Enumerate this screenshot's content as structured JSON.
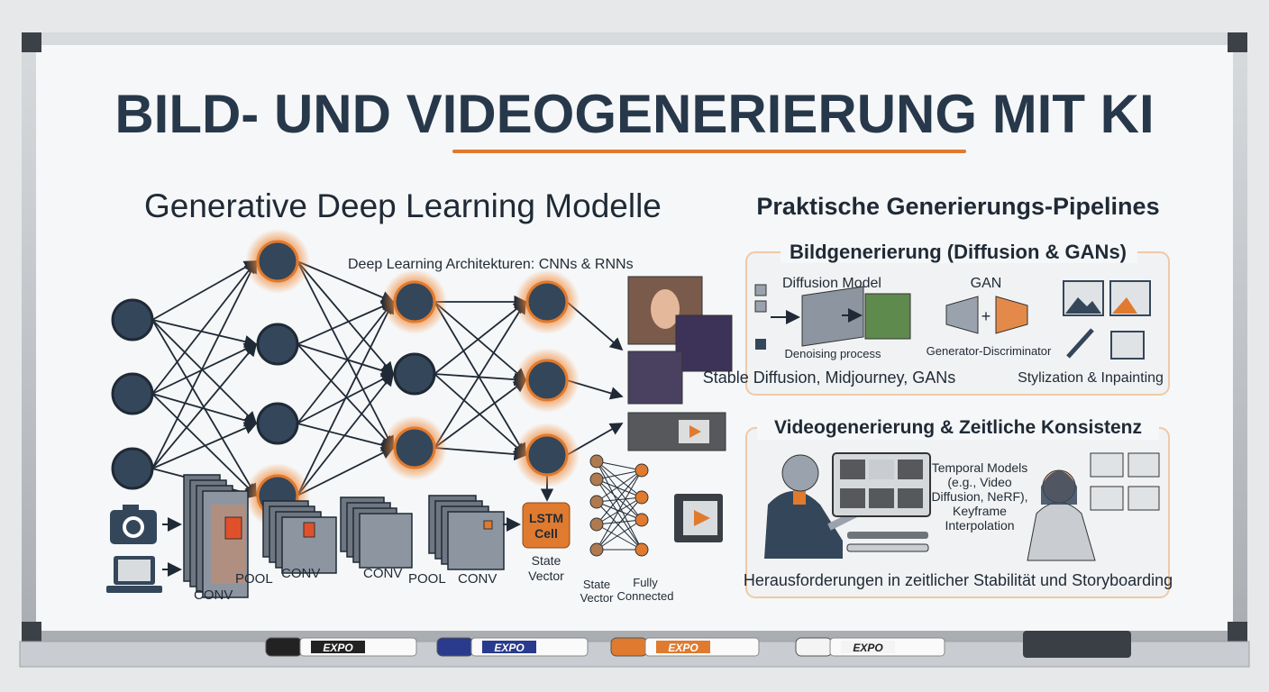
{
  "title": "BILD- UND VIDEOGENERIERUNG MIT KI",
  "left": {
    "heading": "Generative Deep Learning Modelle",
    "arch_label": "Deep Learning Architekturen: CNNs & RNNs",
    "layers": [
      "CONV",
      "POOL",
      "CONV",
      "CONV",
      "POOL",
      "CONV"
    ],
    "lstm": [
      "LSTM",
      "Cell"
    ],
    "state_vector_1": [
      "State",
      "Vector"
    ],
    "state_vector_2": [
      "State",
      "Vector"
    ],
    "fully_connected": [
      "Fully",
      "Connected"
    ]
  },
  "right": {
    "heading": "Praktische Generierungs-Pipelines",
    "image_box": {
      "title": "Bildgenerierung (Diffusion & GANs)",
      "diffusion_label": "Diffusion Model",
      "denoising_label": "Denoising process",
      "gan_label": "GAN",
      "gan_sub": "Generator-Discriminator",
      "caption_left": "Stable Diffusion, Midjourney, GANs",
      "caption_right": "Stylization & Inpainting"
    },
    "video_box": {
      "title": "Videogenerierung & Zeitliche Konsistenz",
      "temporal_lines": [
        "Temporal Models",
        "(e.g., Video",
        "Diffusion, NeRF),",
        "Keyframe",
        "Interpolation"
      ],
      "caption": "Herausforderungen in zeitlicher Stabilität und Storyboarding"
    }
  },
  "markers": [
    {
      "brand": "EXPO",
      "color": "#222222"
    },
    {
      "brand": "EXPO",
      "color": "#2a3a8c"
    },
    {
      "brand": "EXPO",
      "color": "#e07a2e"
    },
    {
      "brand": "EXPO",
      "color": "#f4f4f4"
    }
  ],
  "colors": {
    "navy": "#27384a",
    "accent": "#e07a2e",
    "node": "#34465a"
  }
}
